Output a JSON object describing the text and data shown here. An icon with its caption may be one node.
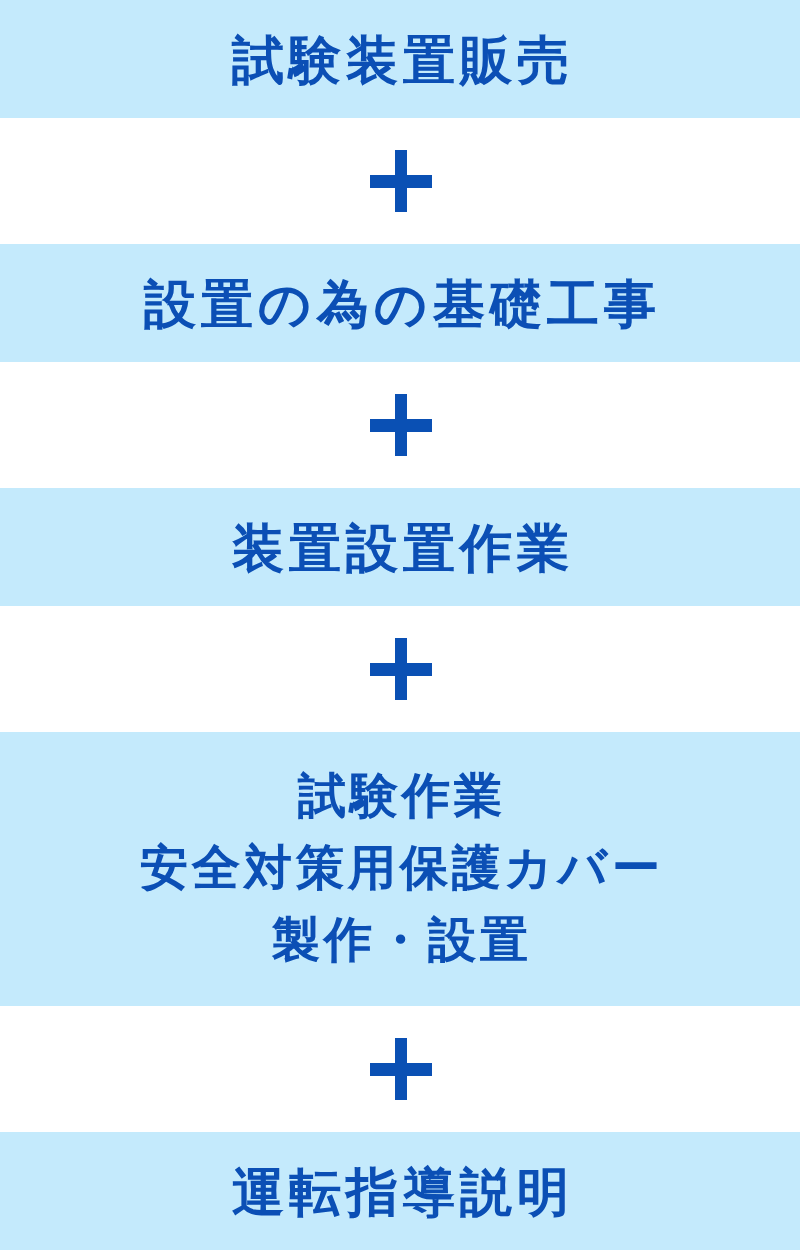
{
  "diagram": {
    "nodes": [
      {
        "text": [
          "試験装置販売"
        ]
      },
      {
        "text": [
          "設置の為の基礎工事"
        ]
      },
      {
        "text": [
          "装置設置作業"
        ]
      },
      {
        "text": [
          "試験作業",
          "安全対策用保護カバー製作・設置"
        ]
      },
      {
        "text": [
          "運転指導説明"
        ]
      }
    ]
  }
}
